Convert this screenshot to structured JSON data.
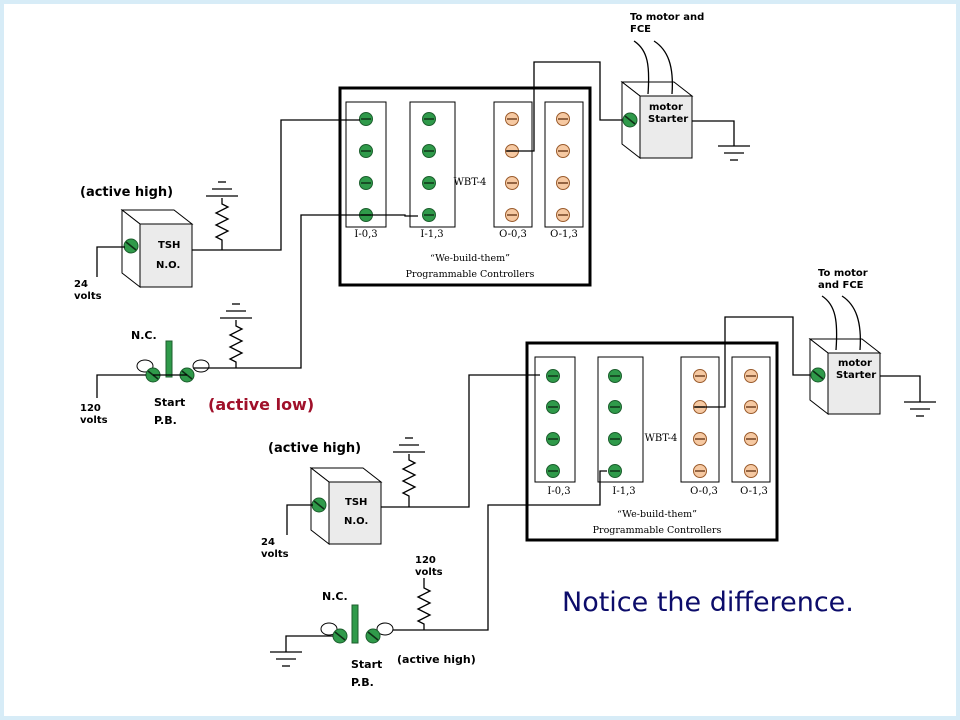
{
  "colors": {
    "frame": "#d7ecf7",
    "input_terminal": "#2f9a4a",
    "output_terminal": "#f6c9a2",
    "accent_red": "#a0102a",
    "notice_blue": "#0c0c6a",
    "pushbutton": "#2f9a4a"
  },
  "top": {
    "plc": {
      "columns": [
        "I-0,3",
        "I-1,3",
        "O-0,3",
        "O-1,3"
      ],
      "model": "WBT-4",
      "brand_line1": "“We-build-them”",
      "brand_line2": "Programmable Controllers"
    },
    "motor": {
      "note_line1": "To motor and",
      "note_line2": "FCE",
      "label_line1": "motor",
      "label_line2": "Starter"
    },
    "sensor": {
      "mode": "(active high)",
      "label_line1": "TSH",
      "label_line2": "N.O.",
      "volts_line1": "24",
      "volts_line2": "volts"
    },
    "pushbutton": {
      "contact": "N.C.",
      "label_line1": "Start",
      "label_line2": "P.B.",
      "mode": "(active low)",
      "volts_line1": "120",
      "volts_line2": "volts"
    }
  },
  "bottom": {
    "plc": {
      "columns": [
        "I-0,3",
        "I-1,3",
        "O-0,3",
        "O-1,3"
      ],
      "model": "WBT-4",
      "brand_line1": "“We-build-them”",
      "brand_line2": "Programmable Controllers"
    },
    "motor": {
      "note_line1": "To motor",
      "note_line2": "and FCE",
      "label_line1": "motor",
      "label_line2": "Starter"
    },
    "sensor": {
      "mode": "(active high)",
      "label_line1": "TSH",
      "label_line2": "N.O.",
      "volts_line1": "24",
      "volts_line2": "volts"
    },
    "pushbutton": {
      "contact": "N.C.",
      "label_line1": "Start",
      "label_line2": "P.B.",
      "mode": "(active high)",
      "volts_line1": "120",
      "volts_line2": "volts"
    }
  },
  "notice": "Notice the difference."
}
